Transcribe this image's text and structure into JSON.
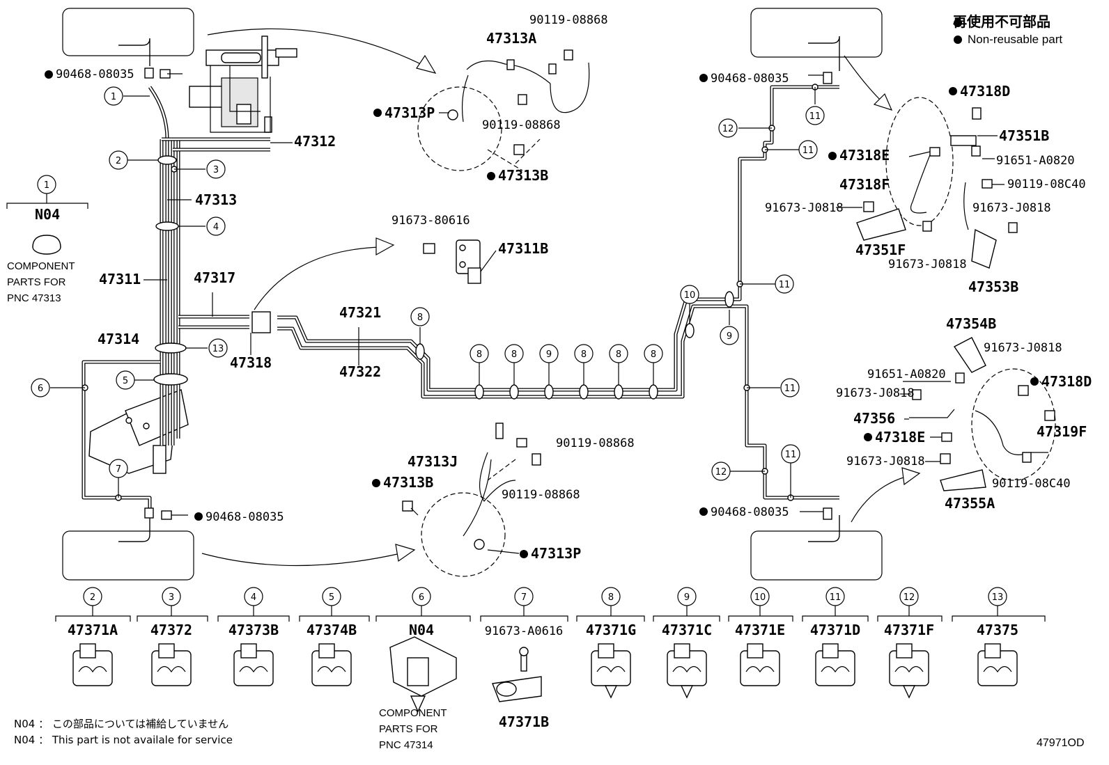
{
  "diagram_code": "47971OD",
  "legend": {
    "jp": "再使用不可部品",
    "en": "Non-reusable part"
  },
  "notes": {
    "n04_jp": "N04 ： この部品については補給していません",
    "n04_en": "N04 ： This part is not availale for service"
  },
  "component_note": {
    "callout": "1",
    "code": "N04",
    "line1": "COMPONENT",
    "line2": "PARTS FOR",
    "line3": "PNC 47313"
  },
  "main_labels": {
    "p47312": "47312",
    "p47313": "47313",
    "p47311": "47311",
    "p47317": "47317",
    "p47314": "47314",
    "p47318": "47318",
    "p47321": "47321",
    "p47322": "47322",
    "p90468_tl": "90468-08035",
    "p90468_bl": "90468-08035",
    "p90468_tr": "90468-08035",
    "p90468_br": "90468-08035"
  },
  "detail_tl": {
    "a": "47313A",
    "b": "90119-08868",
    "c": "47313P",
    "d": "90119-08868",
    "e": "47313B"
  },
  "detail_mid": {
    "a": "91673-80616",
    "b": "47311B"
  },
  "detail_bl": {
    "a": "90119-08868",
    "b": "47313J",
    "c": "47313B",
    "d": "90119-08868",
    "e": "47313P"
  },
  "detail_tr": {
    "a": "47318D",
    "b": "47351B",
    "c": "47318E",
    "d": "91651-A0820",
    "e": "47318F",
    "f": "90119-08C40",
    "g": "91673-J0818",
    "h": "91673-J0818",
    "i": "47351F",
    "j": "91673-J0818",
    "k": "47353B"
  },
  "detail_br": {
    "a": "47354B",
    "b": "91673-J0818",
    "c": "91651-A0820",
    "d": "47318D",
    "e": "91673-J0818",
    "f": "47356",
    "g": "47319F",
    "h": "47318E",
    "i": "91673-J0818",
    "j": "90119-08C40",
    "k": "47355A"
  },
  "bottom_parts": [
    {
      "n": "2",
      "label": "47371A"
    },
    {
      "n": "3",
      "label": "47372"
    },
    {
      "n": "4",
      "label": "47373B"
    },
    {
      "n": "5",
      "label": "47374B"
    },
    {
      "n": "6",
      "label": "N04",
      "line1": "COMPONENT",
      "line2": "PARTS FOR",
      "line3": "PNC 47314"
    },
    {
      "n": "7",
      "label": "91673-A0616",
      "sub": "47371B"
    },
    {
      "n": "8",
      "label": "47371G"
    },
    {
      "n": "9",
      "label": "47371C"
    },
    {
      "n": "10",
      "label": "47371E"
    },
    {
      "n": "11",
      "label": "47371D"
    },
    {
      "n": "12",
      "label": "47371F"
    },
    {
      "n": "13",
      "label": "47375"
    }
  ],
  "callouts": {
    "c1": "1",
    "c2": "2",
    "c3": "3",
    "c4": "4",
    "c5": "5",
    "c6": "6",
    "c7": "7",
    "c8a": "8",
    "c8b": "8",
    "c8c": "8",
    "c8d": "8",
    "c8e": "8",
    "c8f": "8",
    "c9a": "9",
    "c9b": "9",
    "c10": "10",
    "c11a": "11",
    "c11b": "11",
    "c11c": "11",
    "c11d": "11",
    "c11e": "11",
    "c12a": "12",
    "c12b": "12",
    "c13": "13"
  }
}
